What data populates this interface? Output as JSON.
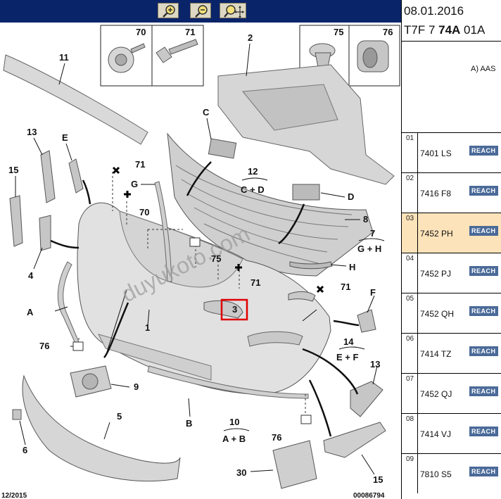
{
  "toolbar": {
    "buttons": [
      {
        "name": "zoom-in-icon"
      },
      {
        "name": "zoom-out-icon"
      },
      {
        "name": "zoom-move-icon"
      }
    ]
  },
  "diagram": {
    "labels": {
      "l70": "70",
      "l71": "71",
      "l75": "75",
      "l76": "76",
      "l11": "11",
      "l2": "2",
      "lC": "C",
      "l13a": "13",
      "lE": "E",
      "l15a": "15",
      "l71b": "71",
      "lG": "G",
      "l12": "12",
      "l12s": "C + D",
      "lD": "D",
      "l70b": "70",
      "l8": "8",
      "l7": "7",
      "l7s": "G + H",
      "l4": "4",
      "l75b": "75",
      "lH": "H",
      "l71c": "71",
      "l71d": "71",
      "lA": "A",
      "l3": "3",
      "lF": "F",
      "l1": "1",
      "l14": "14",
      "l14s": "E + F",
      "l76b": "76",
      "l13b": "13",
      "l9": "9",
      "l5": "5",
      "lB": "B",
      "l10": "10",
      "l10s": "A + B",
      "l76c": "76",
      "l6": "6",
      "l15b": "15",
      "l30": "30"
    },
    "watermark": "duyukoto.com",
    "footer_left": "12/2015",
    "footer_right": "00086794"
  },
  "panel": {
    "date": "08.01.2016",
    "code_prefix": "T7F 7 ",
    "code_bold": "74A",
    "code_suffix": " 01A",
    "note": "A) AAS",
    "rows": [
      {
        "num": "01",
        "code": "7401 LS",
        "badge": "REACH"
      },
      {
        "num": "02",
        "code": "7416 F8",
        "badge": "REACH"
      },
      {
        "num": "03",
        "code": "7452 PH",
        "badge": "REACH"
      },
      {
        "num": "04",
        "code": "7452 PJ",
        "badge": "REACH"
      },
      {
        "num": "05",
        "code": "7452 QH",
        "badge": "REACH"
      },
      {
        "num": "06",
        "code": "7414 TZ",
        "badge": "REACH"
      },
      {
        "num": "07",
        "code": "7452 QJ",
        "badge": "REACH"
      },
      {
        "num": "08",
        "code": "7414 VJ",
        "badge": "REACH"
      },
      {
        "num": "09",
        "code": "7810 S5",
        "badge": "REACH"
      }
    ],
    "colors": {
      "selected_row": "#fde3ba",
      "reach_badge": "#4a6a98",
      "toolbar": "#0a246a"
    }
  }
}
